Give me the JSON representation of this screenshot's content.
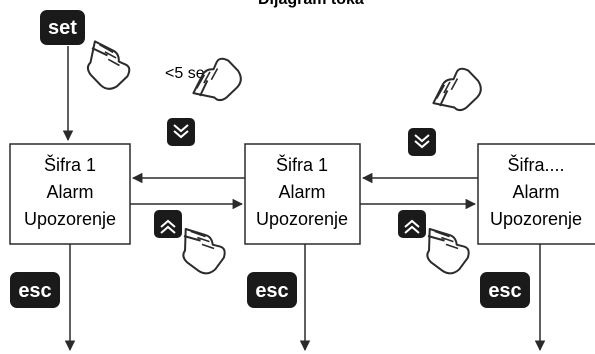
{
  "title": "Dijagram toka",
  "keys": {
    "set": "set",
    "esc": "esc"
  },
  "note": "<5 sec.",
  "boxes": [
    {
      "lines": [
        "Šifra 1",
        "Alarm",
        "Upozorenje"
      ]
    },
    {
      "lines": [
        "Šifra 1",
        "Alarm",
        "Upozorenje"
      ]
    },
    {
      "lines": [
        "Šifra....",
        "Alarm",
        "Upozorenje"
      ]
    }
  ],
  "icons": {
    "hand": "hand-pointer-icon",
    "down": "double-chevron-down-icon",
    "up": "double-chevron-up-icon"
  },
  "colors": {
    "key": "#1a1a1a",
    "line": "#2b2b2b"
  }
}
